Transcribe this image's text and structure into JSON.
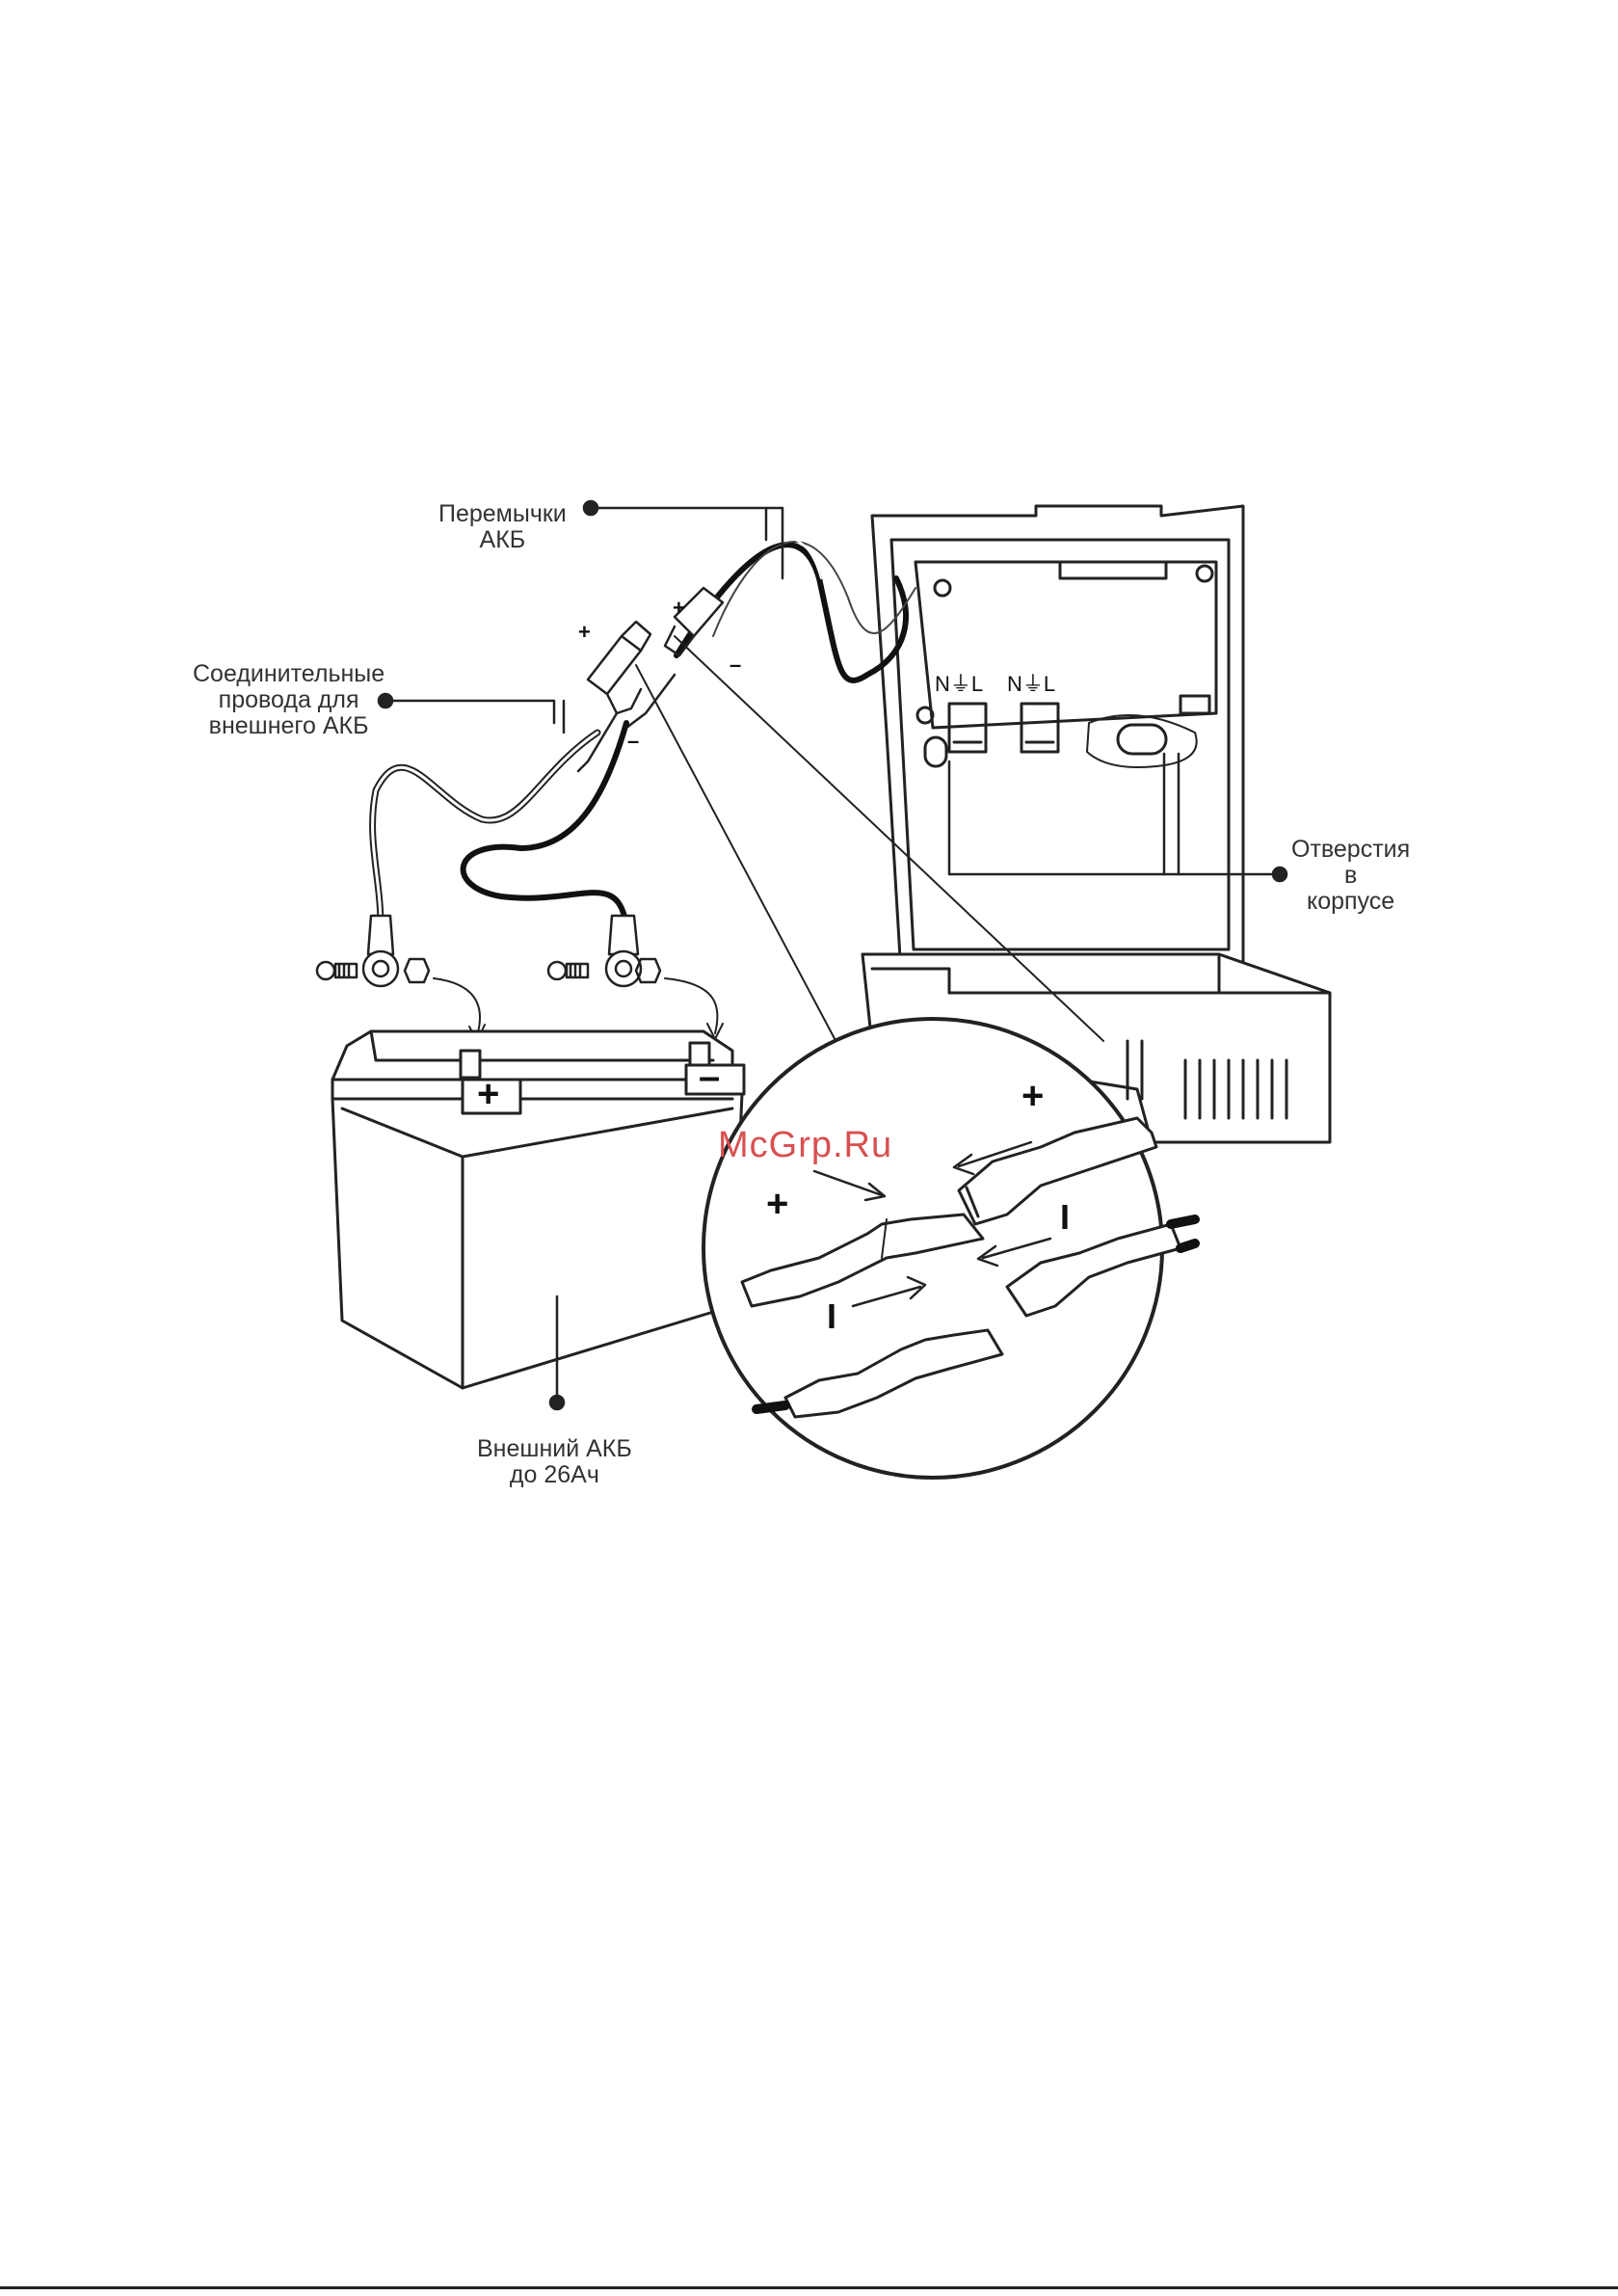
{
  "labels": {
    "jumpers": [
      "Перемычки",
      "АКБ"
    ],
    "cables": [
      "Соединительные",
      "провода для",
      "внешнего АКБ"
    ],
    "holes": [
      "Отверстия",
      "в",
      "корпусе"
    ],
    "battery": [
      "Внешний АКБ",
      "до 26Ач"
    ]
  },
  "polarity": {
    "plus": "+",
    "minus": "–",
    "minus_bar": "I"
  },
  "terminals": {
    "block": "N⏚L"
  },
  "watermark": "McGrp.Ru",
  "colors": {
    "line": "#222222",
    "wire_dark": "#111111",
    "wire_light": "#ffffff",
    "watermark": "#d85050"
  }
}
